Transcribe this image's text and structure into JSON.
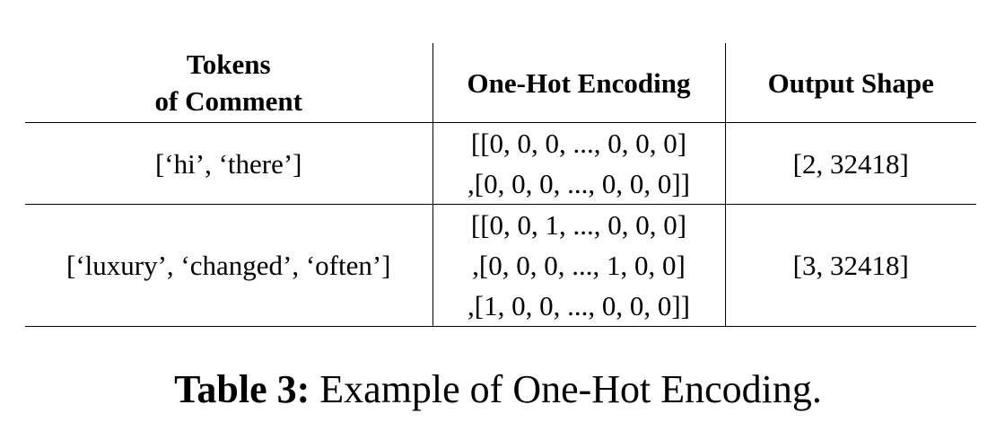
{
  "table": {
    "headers": {
      "tokens_line1": "Tokens",
      "tokens_line2": "of Comment",
      "encoding": "One-Hot Encoding",
      "shape": "Output Shape"
    },
    "rows": [
      {
        "tokens": "[‘hi’, ‘there’]",
        "encoding_lines": [
          "[[0, 0, 0, ..., 0, 0, 0]",
          ",[0, 0, 0, ..., 0, 0, 0]]"
        ],
        "shape": "[2, 32418]"
      },
      {
        "tokens": "[‘luxury’, ‘changed’, ‘often’]",
        "encoding_lines": [
          "[[0, 0, 1, ..., 0, 0, 0]",
          ",[0, 0, 0, ..., 1, 0, 0]",
          ",[1, 0, 0, ..., 0, 0, 0]]"
        ],
        "shape": "[3, 32418]"
      }
    ]
  },
  "caption": {
    "label": "Table 3:",
    "text": " Example of One-Hot Encoding."
  }
}
